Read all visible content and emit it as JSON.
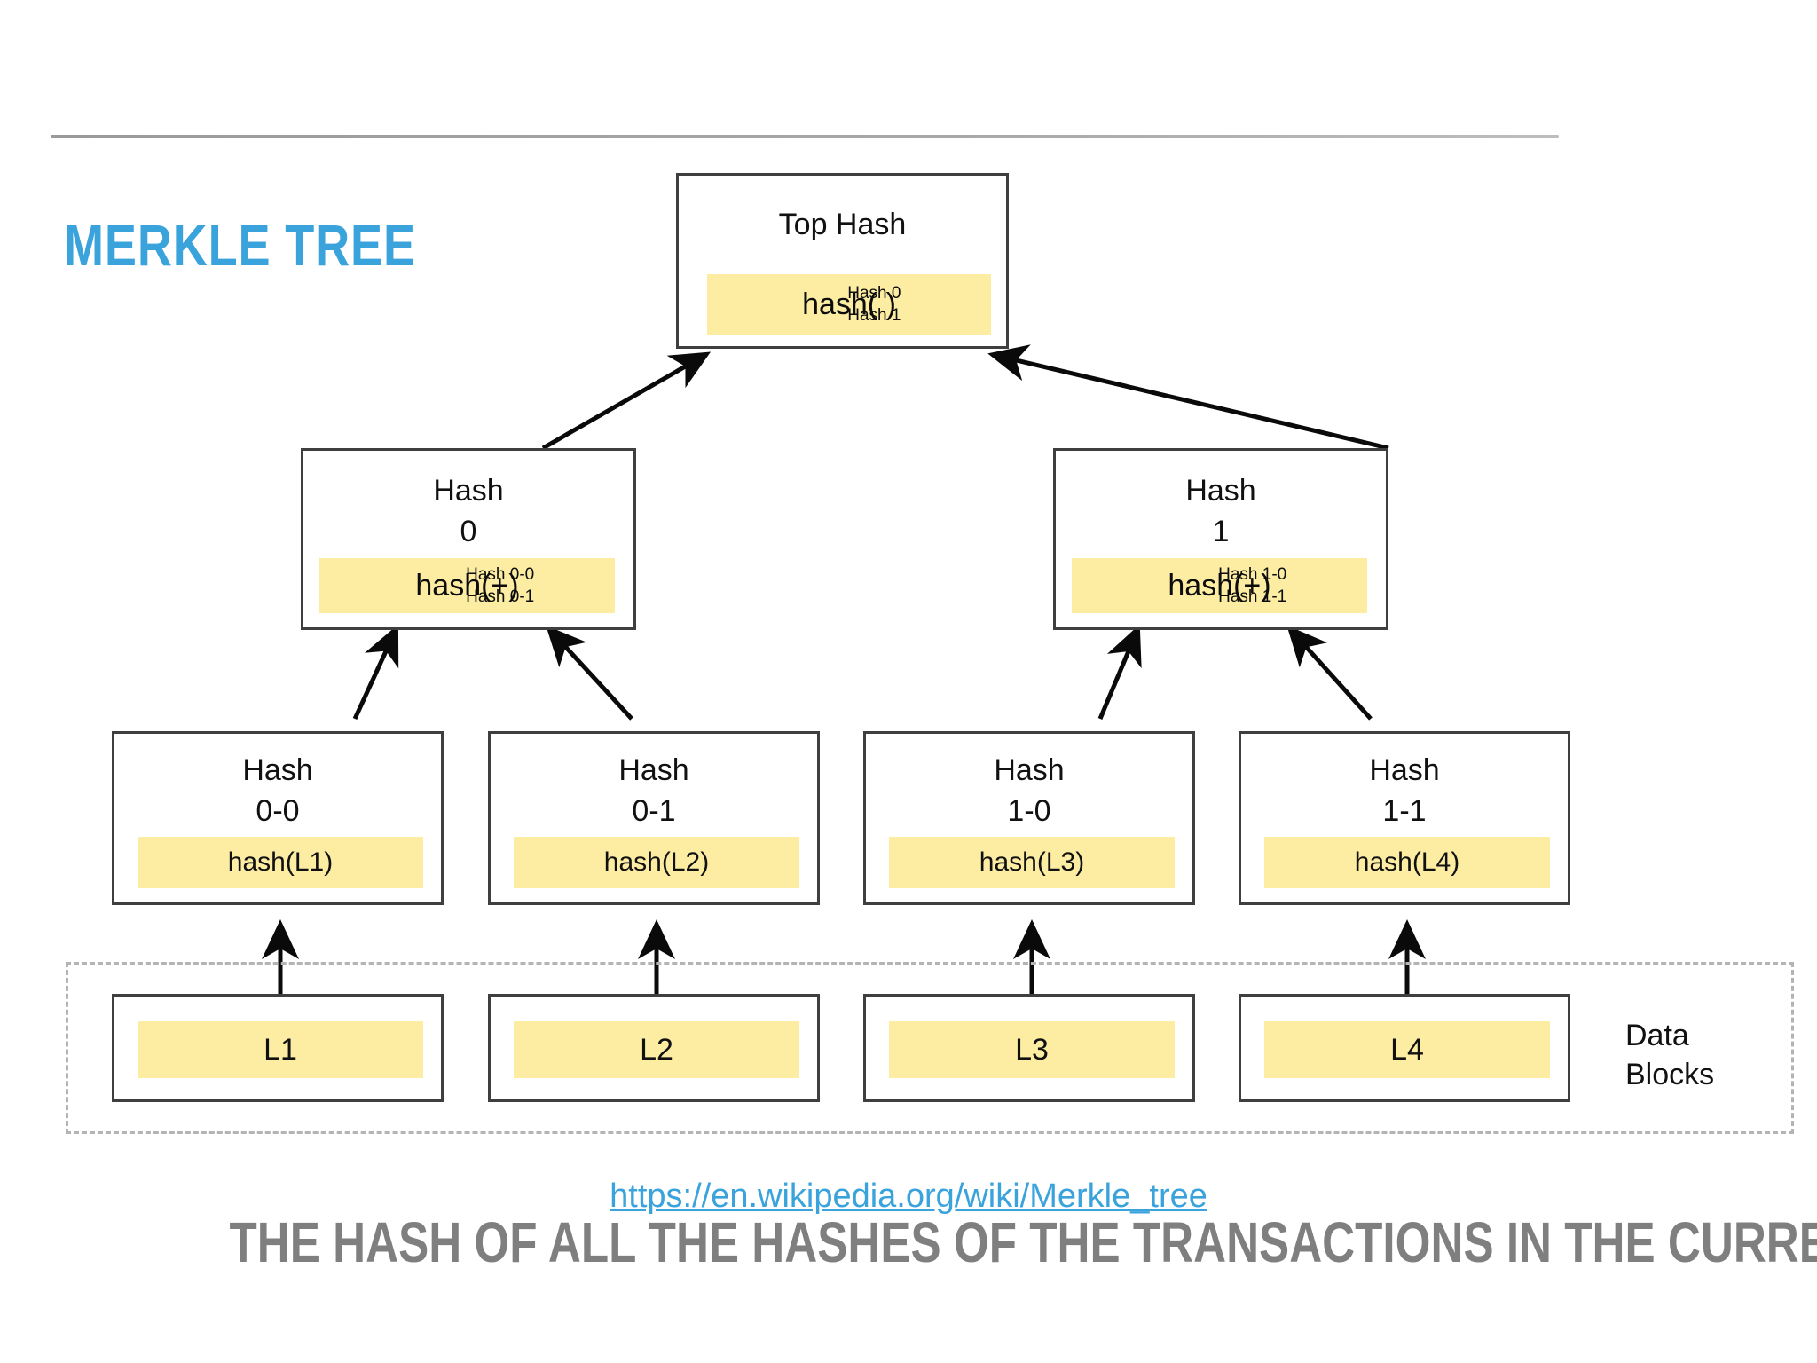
{
  "slide": {
    "title": "MERKLE TREE",
    "caption": "THE HASH OF ALL THE HASHES OF THE TRANSACTIONS IN THE CURRENT BLOCK",
    "source_link": "https://en.wikipedia.org/wiki/Merkle_tree",
    "accent_color": "#3ba3dc",
    "caption_color": "#7f7f7f",
    "band_color": "#fceda3",
    "box_border_color": "#3f3f3f",
    "dashed_border_color": "#b4b4b4"
  },
  "diagram": {
    "data_blocks_label": "Data\nBlocks",
    "nodes": {
      "top": {
        "title": "Top Hash",
        "fn": "hash(  )",
        "operand_a": "Hash 0",
        "operand_b": "Hash 1"
      },
      "hash0": {
        "title": "Hash\n0",
        "fn": "hash(+)",
        "operand_a": "Hash 0-0",
        "operand_b": "Hash 0-1"
      },
      "hash1": {
        "title": "Hash\n1",
        "fn": "hash(+)",
        "operand_a": "Hash 1-0",
        "operand_b": "Hash 1-1"
      },
      "hash00": {
        "title": "Hash\n0-0",
        "band": "hash(L1)"
      },
      "hash01": {
        "title": "Hash\n0-1",
        "band": "hash(L2)"
      },
      "hash10": {
        "title": "Hash\n1-0",
        "band": "hash(L3)"
      },
      "hash11": {
        "title": "Hash\n1-1",
        "band": "hash(L4)"
      },
      "l1": {
        "band": "L1"
      },
      "l2": {
        "band": "L2"
      },
      "l3": {
        "band": "L3"
      },
      "l4": {
        "band": "L4"
      }
    }
  }
}
